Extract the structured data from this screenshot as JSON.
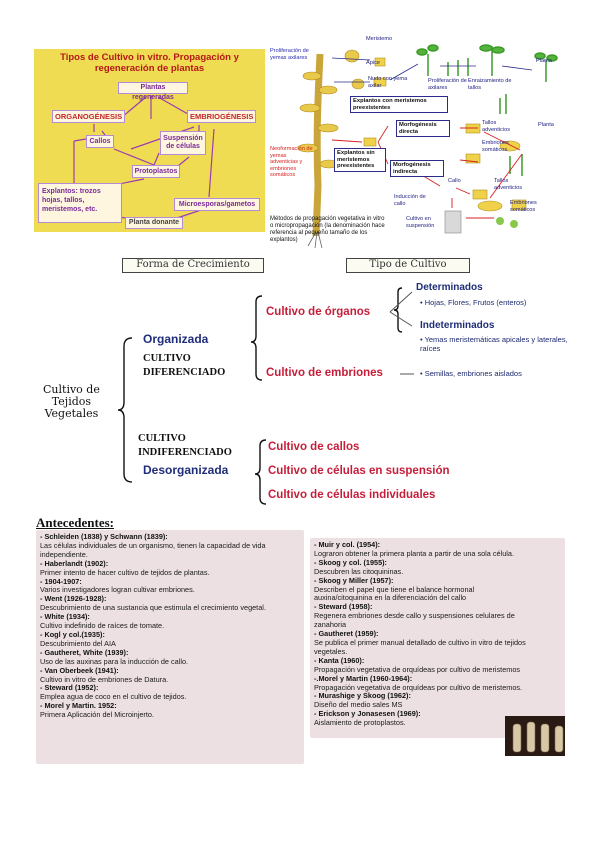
{
  "panel_a": {
    "title_1": "Tipos de Cultivo in vitro. Propagación y",
    "title_2": "regeneración de plantas",
    "plantas_regeneradas": "Plantas regeneradas",
    "organogenesis": "ORGANOGÉNESIS",
    "embriogenesis": "EMBRIOGÉNESIS",
    "callos": "Callos",
    "suspension": "Suspensión de células",
    "protoplastos": "Protoplastos",
    "explantos": "Explantos: trozos hojas, tallos, meristemos, etc.",
    "microesporas": "Microesporas/gametos",
    "planta_donante": "Planta donante"
  },
  "panel_b": {
    "proliferacion_yemas": "Proliferación de yemas axilares",
    "meristemo": "Meristemo",
    "apice": "Ápice",
    "nudo": "Nudo con yema axilar",
    "proliferacion_axilares": "Proliferación de axilares",
    "enraizamiento": "Enraizamiento de tallos",
    "planta": "Planta",
    "explantos_meristemos": "Explantos con meristemos preexistentes",
    "neoformacion": "Neoformación de yemas adventicias y embriones somáticos",
    "explantos_sin": "Explantos sin meristemos preexistentes",
    "morfo_directa": "Morfogénesis directa",
    "morfo_indirecta": "Morfogénesis indirecta",
    "tallos_adv_1": "Tallos adventicios",
    "embriones_som_1": "Embriones somáticos",
    "planta_2": "Planta",
    "callo": "Callo",
    "induccion": "Inducción de callo",
    "tallos_adv_2": "Tallos adventicios",
    "cultivo_susp": "Cultivo en suspensión",
    "embriones_som_2": "Embriones somáticos",
    "caption": "Métodos de propagación vegetativa in vitro o micropropagación (la denominación hace referencia al pequeño tamaño de los explantos)"
  },
  "headers": {
    "forma": "Forma de Crecimiento",
    "tipo": "Tipo de Cultivo"
  },
  "classification": {
    "root": [
      "Cultivo de",
      "Tejidos",
      "Vegetales"
    ],
    "organizada": "Organizada",
    "cultivo_diferenciado": [
      "CULTIVO",
      "DIFERENCIADO"
    ],
    "cultivo_organos": "Cultivo de órganos",
    "determinados": "Determinados",
    "det_detail": "• Hojas, Flores, Frutos (enteros)",
    "indeterminados": "Indeterminados",
    "indet_detail": "• Yemas meristemáticas apicales y laterales, raíces",
    "cultivo_embriones": "Cultivo de embriones",
    "emb_detail": "• Semillas, embriones aislados",
    "cultivo_indiferenciado": [
      "CULTIVO",
      "INDIFERENCIADO"
    ],
    "desorganizada": "Desorganizada",
    "callos": "Cultivo de callos",
    "celulas_suspension": "Cultivo de células en suspensión",
    "celulas_individuales": "Cultivo de células individuales"
  },
  "antecedentes": {
    "title": "Antecedentes:",
    "left": [
      {
        "head": "- Schleiden (1838) y Schwann (1839):",
        "body": "Las células individuales de un organismo, tienen la capacidad de vida independiente."
      },
      {
        "head": "- Haberlandt (1902):",
        "body": "Primer intento de hacer cultivo de tejidos de plantas."
      },
      {
        "head": "- 1904-1907:",
        "body": "Varios investigadores logran cultivar embriones."
      },
      {
        "head": "- Went (1926-1928):",
        "body": "Descubrimiento de una sustancia que estimula el crecimiento vegetal."
      },
      {
        "head": "- White (1934):",
        "body": "Cultivo indefinido de raíces de tomate."
      },
      {
        "head": "- Kogl y col.(1935):",
        "body": "Descubrimiento del AIA"
      },
      {
        "head": "- Gautheret, White (1939):",
        "body": "Uso de las auxinas para la inducción de callo."
      },
      {
        "head": "- Van Oberbeek (1941):",
        "body": "Cultivo in vitro de embriones de Datura."
      },
      {
        "head": "- Steward (1952):",
        "body": "Emplea agua de coco en el cultivo de tejidos."
      },
      {
        "head": "- Morel y Martin. 1952:",
        "body": "Primera Aplicación del Microinjerto."
      }
    ],
    "right": [
      {
        "head": "- Muir y col. (1954):",
        "body": "Lograron obtener la primera planta a partir de una sola célula."
      },
      {
        "head": "- Skoog y col. (1955):",
        "body": "Descubren las citoquininas."
      },
      {
        "head": "- Skoog y Miller (1957):",
        "body": "Describen el papel que tiene el balance hormonal auxina/citoquinina en la diferenciación del callo"
      },
      {
        "head": "- Steward (1958):",
        "body": "Regenera embriones desde callo y suspensiones celulares de zanahoria"
      },
      {
        "head": "- Gautheret (1959):",
        "body": "Se publica el primer manual detallado de cultivo in vitro de tejidos vegetales."
      },
      {
        "head": "- Kanta (1960):",
        "body": "Propagación vegetativa de orquídeas por cultivo de meristemos"
      },
      {
        "head": "-.Morel y Martin (1960-1964):",
        "body": "Propagación vegetativa de orquídeas por cultivo de meristemos."
      },
      {
        "head": "- Murashige y Skoog (1962):",
        "body": "Diseño del medio sales MS"
      },
      {
        "head": "- Erickson y Jonasesen (1969):",
        "body": "Aislamiento de protoplastos."
      }
    ]
  },
  "colors": {
    "panel_bg": "#f0dc52",
    "accent_red": "#c61e3a",
    "navy": "#1f2d79",
    "antecedentes_bg": "#ece0e2"
  }
}
